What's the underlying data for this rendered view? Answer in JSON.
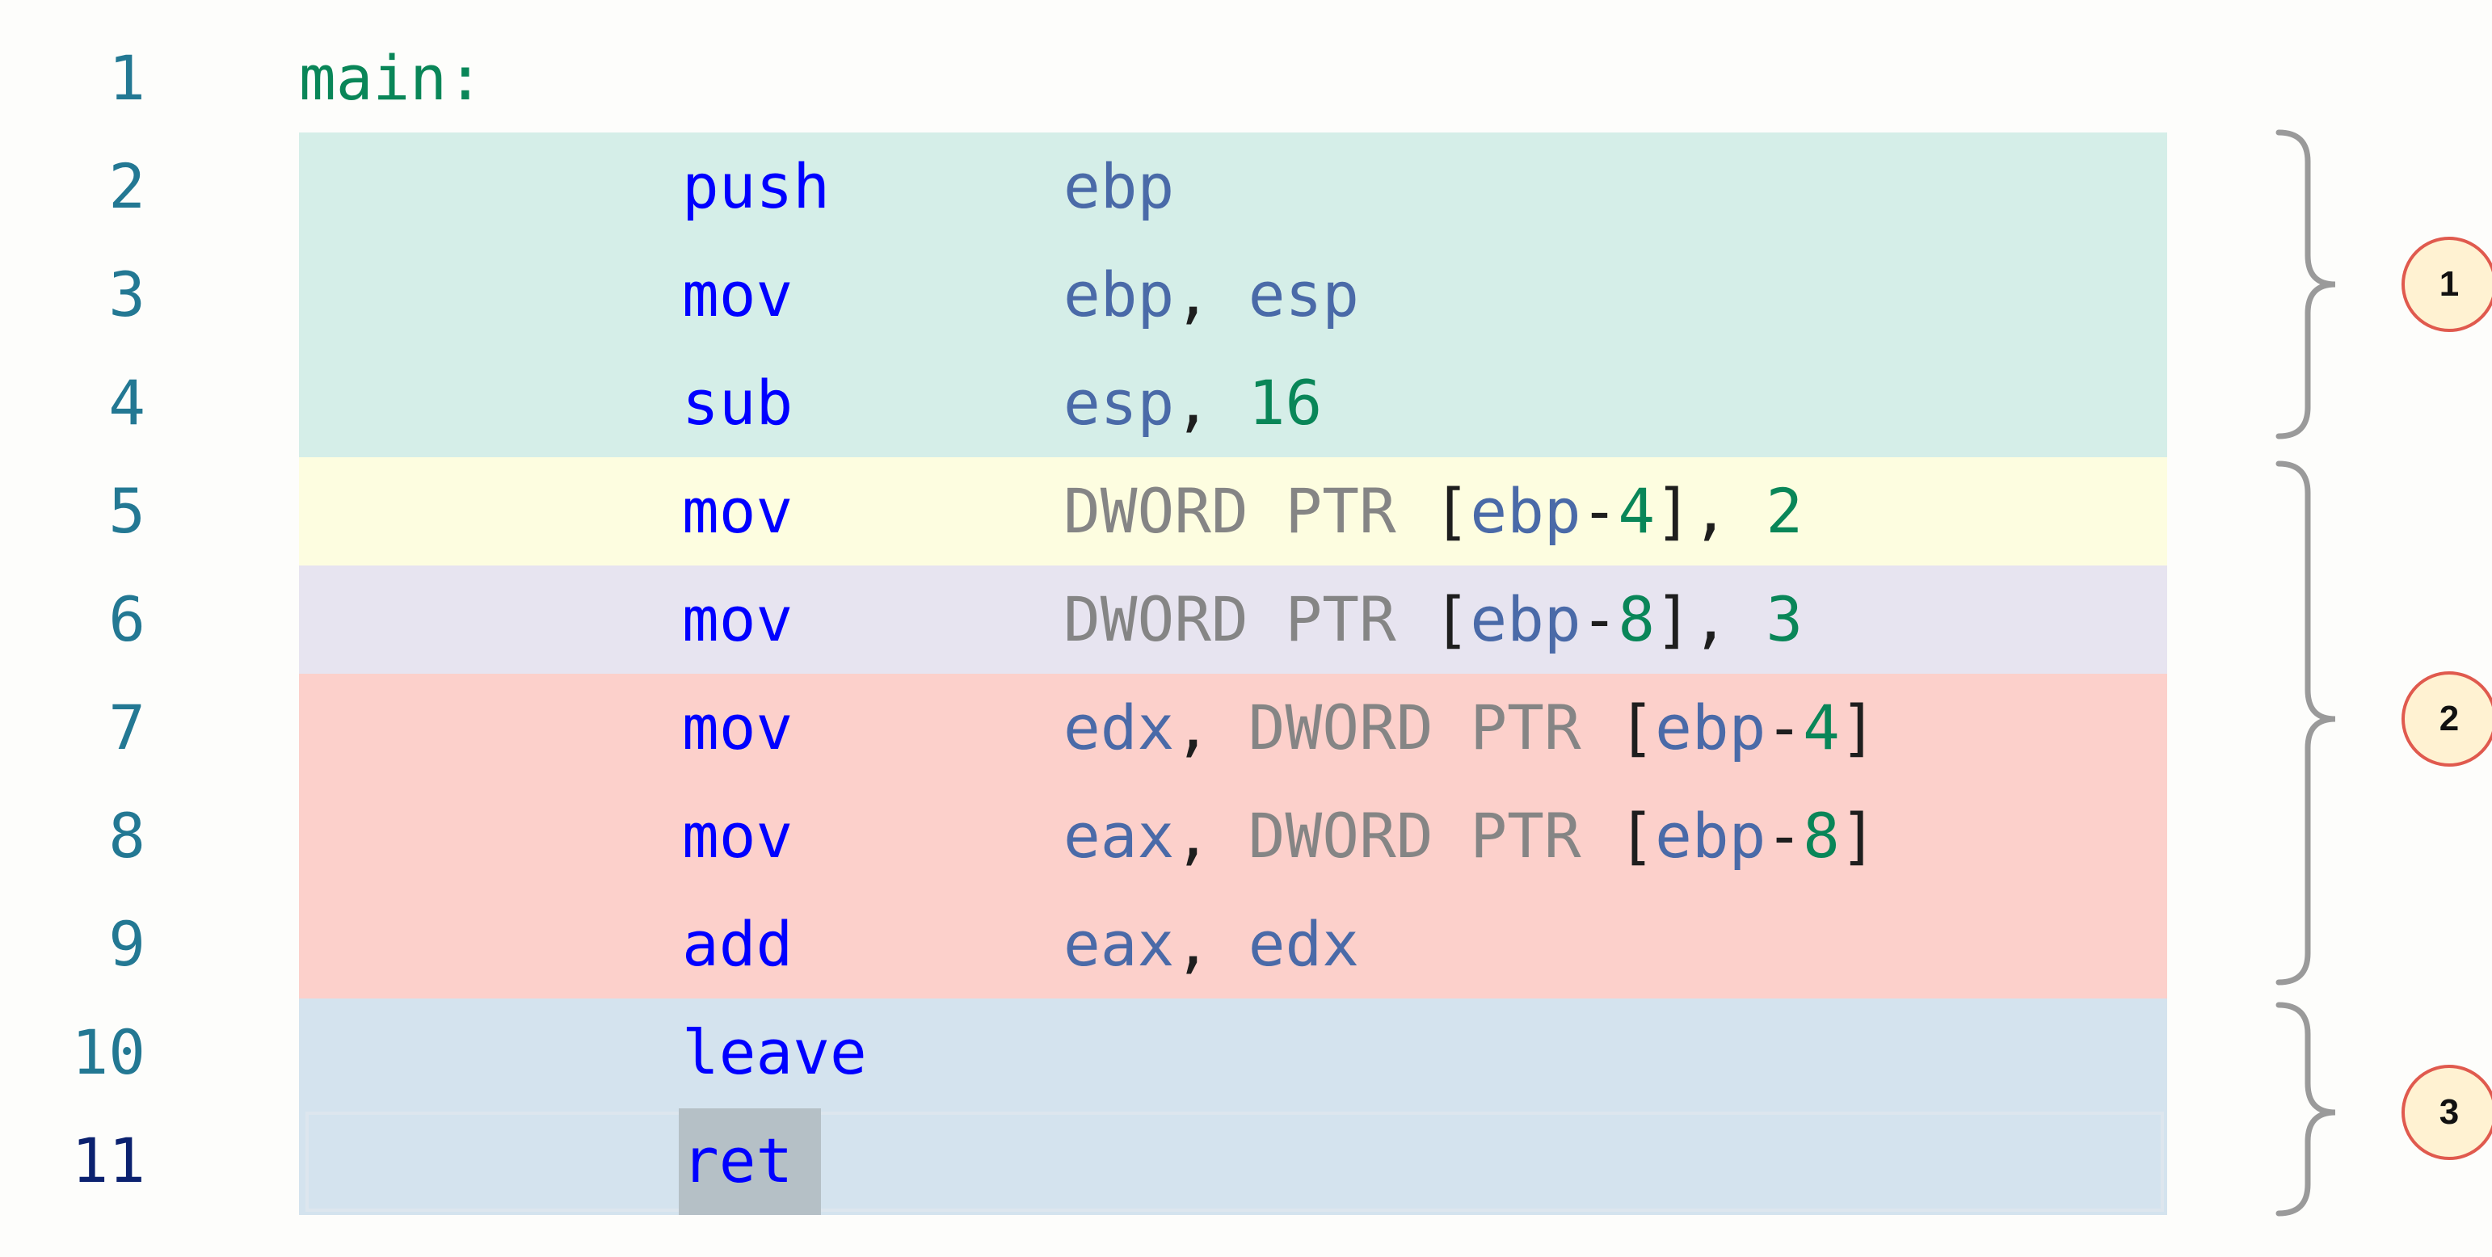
{
  "editor": {
    "lines": [
      {
        "num": "1",
        "label": "main:"
      },
      {
        "num": "2",
        "mnemonic": "push",
        "bg": "#d5eee8",
        "ops": [
          [
            "ebp",
            "reg"
          ]
        ]
      },
      {
        "num": "3",
        "mnemonic": "mov",
        "bg": "#d5eee8",
        "ops": [
          [
            "ebp",
            "reg"
          ],
          [
            ", ",
            "pn"
          ],
          [
            "esp",
            "reg"
          ]
        ]
      },
      {
        "num": "4",
        "mnemonic": "sub",
        "bg": "#d5eee8",
        "ops": [
          [
            "esp",
            "reg"
          ],
          [
            ", ",
            "pn"
          ],
          [
            "16",
            "num"
          ]
        ]
      },
      {
        "num": "5",
        "mnemonic": "mov",
        "bg": "#fdfde0",
        "ops": [
          [
            "DWORD PTR ",
            "kw"
          ],
          [
            "[",
            "pn"
          ],
          [
            "ebp",
            "reg"
          ],
          [
            "-",
            "pn"
          ],
          [
            "4",
            "num"
          ],
          [
            "], ",
            "pn"
          ],
          [
            "2",
            "num"
          ]
        ]
      },
      {
        "num": "6",
        "mnemonic": "mov",
        "bg": "#e7e4f0",
        "ops": [
          [
            "DWORD PTR ",
            "kw"
          ],
          [
            "[",
            "pn"
          ],
          [
            "ebp",
            "reg"
          ],
          [
            "-",
            "pn"
          ],
          [
            "8",
            "num"
          ],
          [
            "], ",
            "pn"
          ],
          [
            "3",
            "num"
          ]
        ]
      },
      {
        "num": "7",
        "mnemonic": "mov",
        "bg": "#fcd0cb",
        "ops": [
          [
            "edx",
            "reg"
          ],
          [
            ", ",
            "pn"
          ],
          [
            "DWORD PTR ",
            "kw"
          ],
          [
            "[",
            "pn"
          ],
          [
            "ebp",
            "reg"
          ],
          [
            "-",
            "pn"
          ],
          [
            "4",
            "num"
          ],
          [
            "]",
            "pn"
          ]
        ]
      },
      {
        "num": "8",
        "mnemonic": "mov",
        "bg": "#fcd0cb",
        "ops": [
          [
            "eax",
            "reg"
          ],
          [
            ", ",
            "pn"
          ],
          [
            "DWORD PTR ",
            "kw"
          ],
          [
            "[",
            "pn"
          ],
          [
            "ebp",
            "reg"
          ],
          [
            "-",
            "pn"
          ],
          [
            "8",
            "num"
          ],
          [
            "]",
            "pn"
          ]
        ]
      },
      {
        "num": "9",
        "mnemonic": "add",
        "bg": "#fcd0cb",
        "ops": [
          [
            "eax",
            "reg"
          ],
          [
            ", ",
            "pn"
          ],
          [
            "edx",
            "reg"
          ]
        ]
      },
      {
        "num": "10",
        "mnemonic": "leave",
        "bg": "#d4e3ee",
        "ops": []
      },
      {
        "num": "11",
        "mnemonic": "ret",
        "bg": "#d4e3ee",
        "ops": [],
        "active": true
      }
    ]
  },
  "annotations": [
    {
      "marker": "1"
    },
    {
      "marker": "2"
    },
    {
      "marker": "3"
    }
  ],
  "colors": {
    "line_number": "#237893",
    "line_number_active": "#0b216f",
    "label": "#098658",
    "mnemonic": "#0000ff",
    "register": "#4a6aa8",
    "number": "#098658",
    "keyword": "#858585",
    "brace": "#9a9a9a",
    "marker_fill": "#fff2d2",
    "marker_border": "#e05a4e"
  }
}
